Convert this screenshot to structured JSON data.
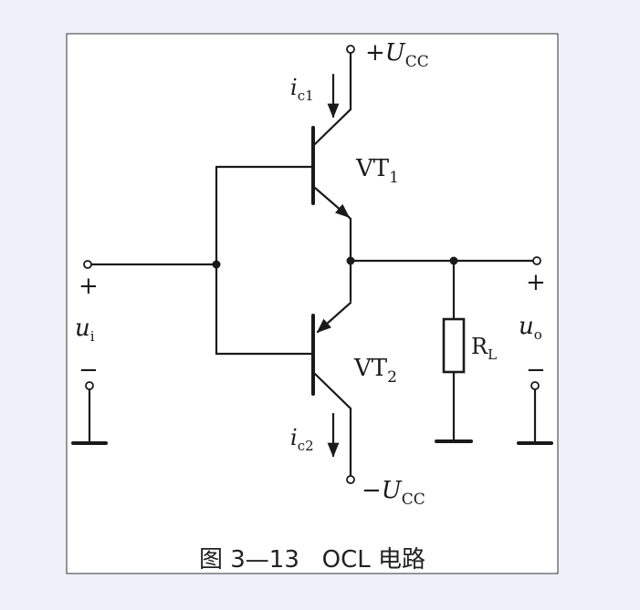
{
  "diagram": {
    "supply_positive": {
      "prefix": "+",
      "symbol": "U",
      "subscript": "CC"
    },
    "supply_negative": {
      "prefix": "−",
      "symbol": "U",
      "subscript": "CC"
    },
    "transistor_top": {
      "name": "VT",
      "subscript": "1"
    },
    "transistor_bottom": {
      "name": "VT",
      "subscript": "2"
    },
    "current_top": {
      "symbol": "i",
      "subscript": "c1"
    },
    "current_bottom": {
      "symbol": "i",
      "subscript": "c2"
    },
    "load": {
      "name": "R",
      "subscript": "L"
    },
    "input": {
      "plus": "+",
      "symbol": "u",
      "subscript": "i",
      "minus": "−"
    },
    "output": {
      "plus": "+",
      "symbol": "u",
      "subscript": "o",
      "minus": "−"
    },
    "caption": "图 3—13   OCL 电路"
  },
  "colors": {
    "background": "#eef0f8",
    "panel": "#ffffff",
    "wire": "#1a1a1a"
  }
}
